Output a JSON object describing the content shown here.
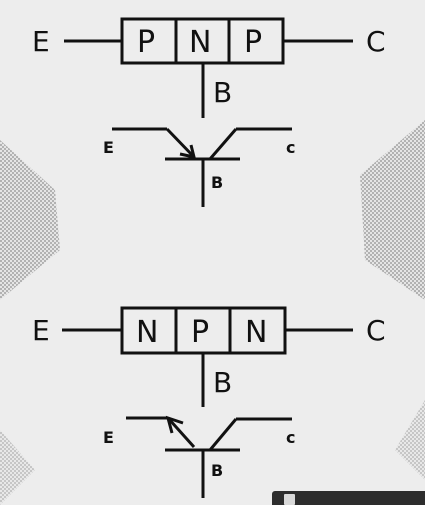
{
  "pnp": {
    "emitter": "E",
    "collector": "C",
    "base": "B",
    "layers": [
      "P",
      "N",
      "P"
    ],
    "symbol_emitter": "E",
    "symbol_collector": "c",
    "symbol_base": "B"
  },
  "npn": {
    "emitter": "E",
    "collector": "C",
    "base": "B",
    "layers": [
      "N",
      "P",
      "N"
    ],
    "symbol_emitter": "E",
    "symbol_collector": "c",
    "symbol_base": "B"
  },
  "icons": {
    "save": "floppy-disk-icon"
  }
}
